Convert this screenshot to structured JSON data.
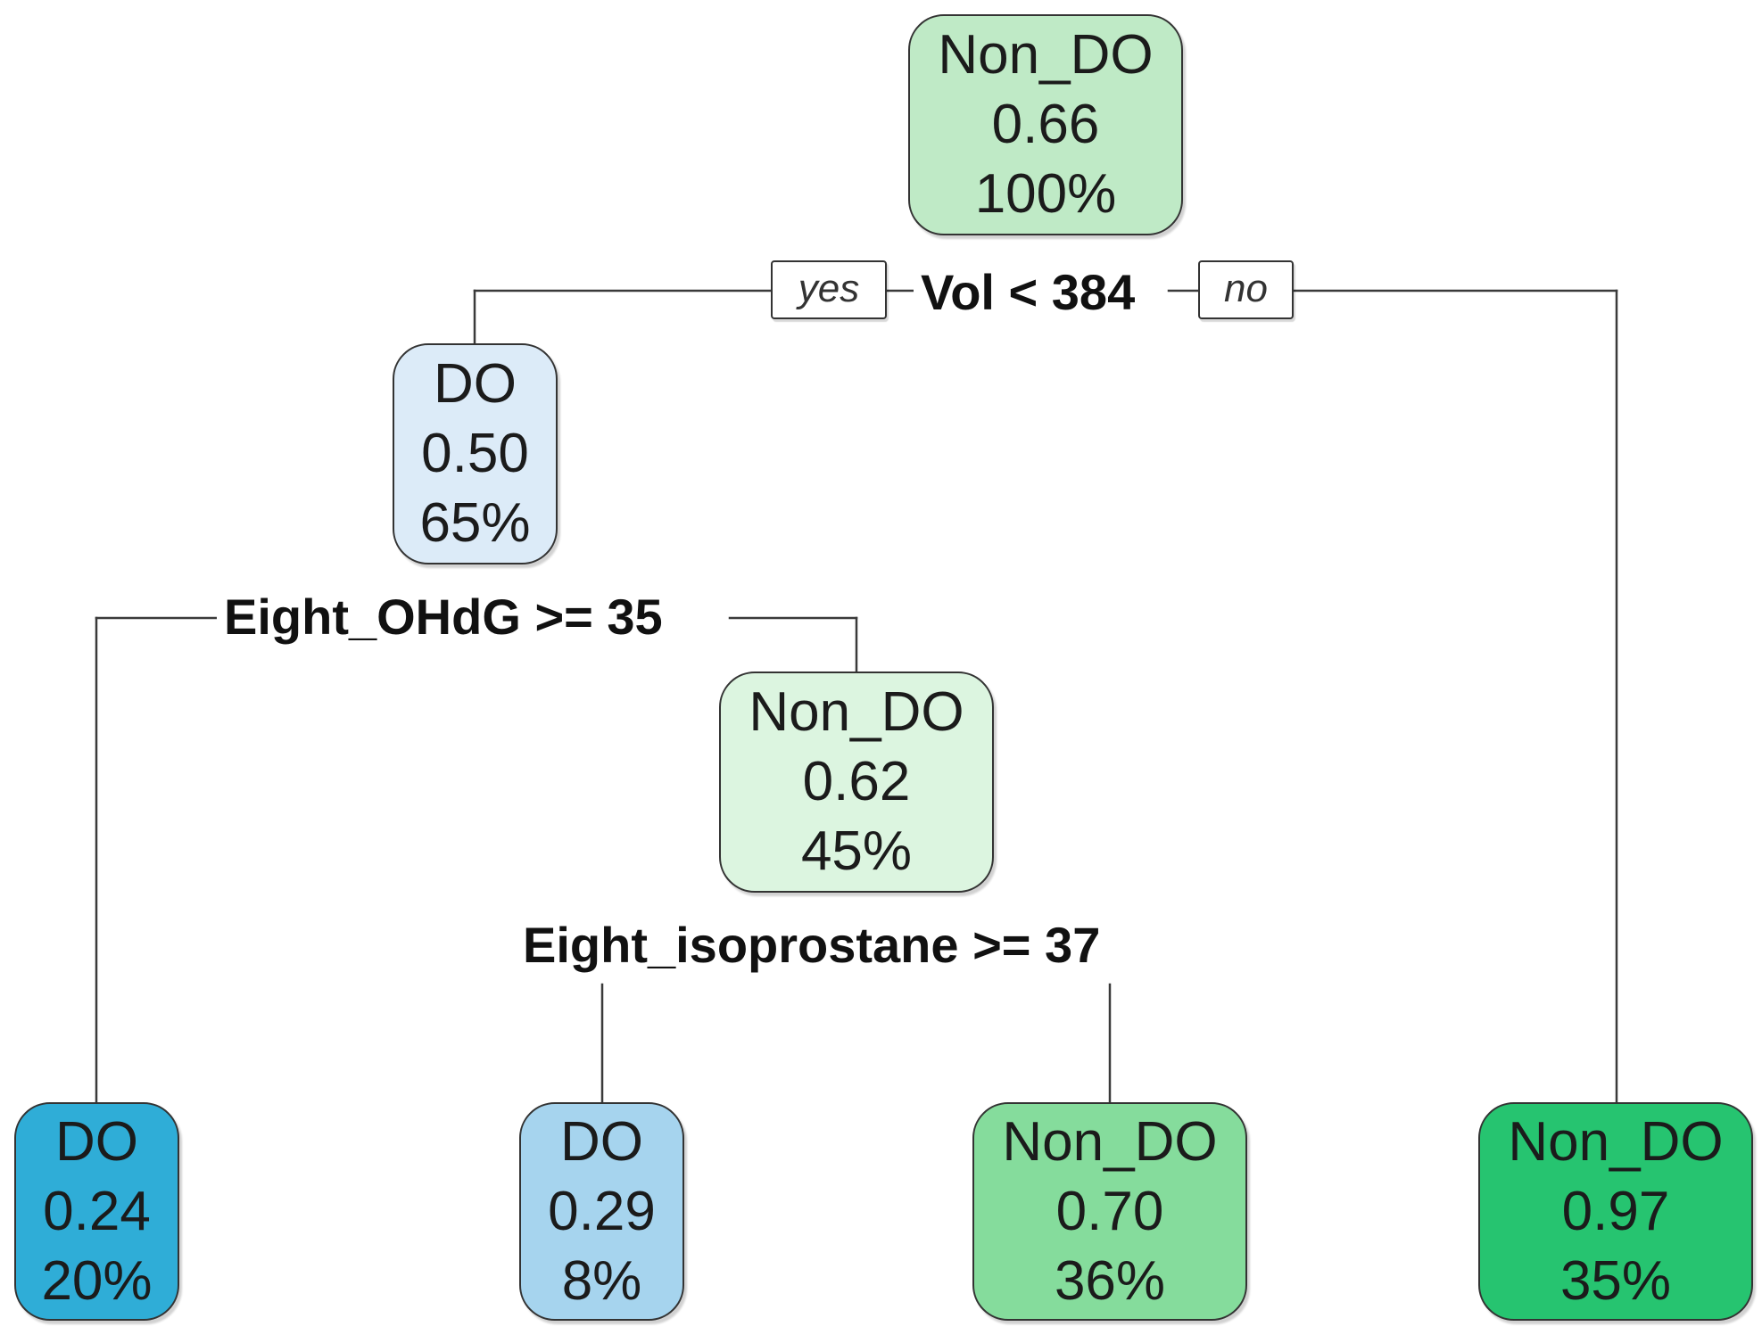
{
  "tree": {
    "root": {
      "class": "Non_DO",
      "prob": "0.66",
      "pct": "100%",
      "fill": "#bfeac6"
    },
    "root_split": {
      "label": "Vol < 384",
      "yes": "yes",
      "no": "no"
    },
    "left": {
      "class": "DO",
      "prob": "0.50",
      "pct": "65%",
      "fill": "#dcebf8"
    },
    "left_split": {
      "label": "Eight_OHdG >= 35"
    },
    "left_right": {
      "class": "Non_DO",
      "prob": "0.62",
      "pct": "45%",
      "fill": "#dcf5e0"
    },
    "left_right_split": {
      "label": "Eight_isoprostane >= 37"
    },
    "leaves": [
      {
        "class": "DO",
        "prob": "0.24",
        "pct": "20%",
        "fill": "#2fadd7"
      },
      {
        "class": "DO",
        "prob": "0.29",
        "pct": "8%",
        "fill": "#a6d4ee"
      },
      {
        "class": "Non_DO",
        "prob": "0.70",
        "pct": "36%",
        "fill": "#85dc9c"
      },
      {
        "class": "Non_DO",
        "prob": "0.97",
        "pct": "35%",
        "fill": "#26c470"
      }
    ]
  }
}
